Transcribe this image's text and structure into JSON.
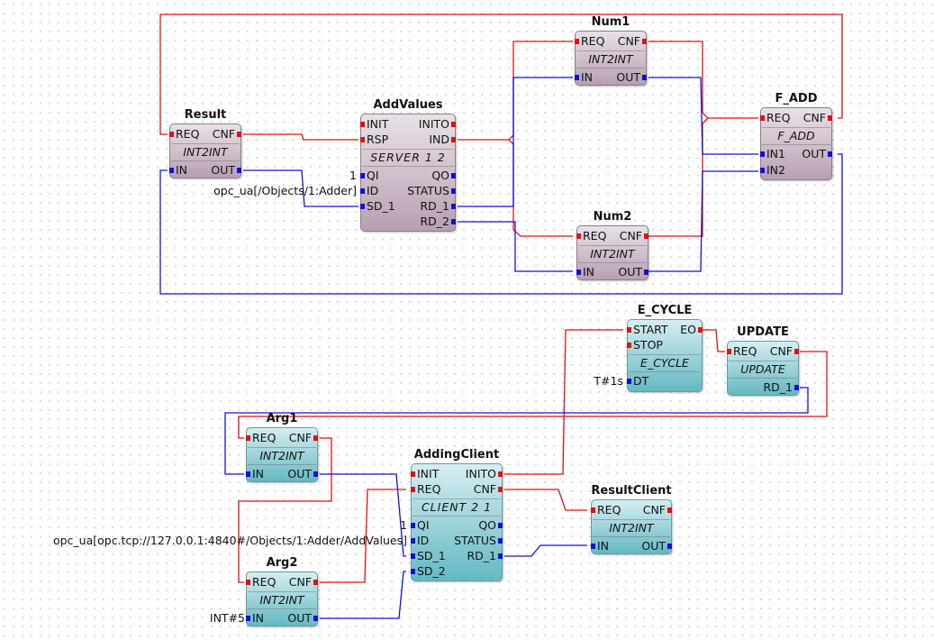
{
  "blocks": {
    "result": {
      "title": "Result",
      "type": "INT2INT",
      "req": "REQ",
      "cnf": "CNF",
      "in": "IN",
      "out": "OUT"
    },
    "addvalues": {
      "title": "AddValues",
      "type": "SERVER 1 2",
      "init": "INIT",
      "inito": "INITO",
      "rsp": "RSP",
      "ind": "IND",
      "qi": "QI",
      "qo": "QO",
      "id": "ID",
      "status": "STATUS",
      "sd_1": "SD_1",
      "rd_1": "RD_1",
      "rd_2": "RD_2"
    },
    "num1": {
      "title": "Num1",
      "type": "INT2INT",
      "req": "REQ",
      "cnf": "CNF",
      "in": "IN",
      "out": "OUT"
    },
    "num2": {
      "title": "Num2",
      "type": "INT2INT",
      "req": "REQ",
      "cnf": "CNF",
      "in": "IN",
      "out": "OUT"
    },
    "f_add": {
      "title": "F_ADD",
      "type": "F_ADD",
      "req": "REQ",
      "cnf": "CNF",
      "in1": "IN1",
      "in2": "IN2",
      "out": "OUT"
    },
    "e_cycle": {
      "title": "E_CYCLE",
      "type": "E_CYCLE",
      "start": "START",
      "stop": "STOP",
      "eo": "EO",
      "dt": "DT"
    },
    "update": {
      "title": "UPDATE",
      "type": "UPDATE",
      "req": "REQ",
      "cnf": "CNF",
      "rd_1": "RD_1"
    },
    "arg1": {
      "title": "Arg1",
      "type": "INT2INT",
      "req": "REQ",
      "cnf": "CNF",
      "in": "IN",
      "out": "OUT"
    },
    "addingclient": {
      "title": "AddingClient",
      "type": "CLIENT 2 1",
      "init": "INIT",
      "inito": "INITO",
      "req": "REQ",
      "cnf": "CNF",
      "qi": "QI",
      "qo": "QO",
      "id": "ID",
      "status": "STATUS",
      "sd_1": "SD_1",
      "sd_2": "SD_2",
      "rd_1": "RD_1"
    },
    "resultclient": {
      "title": "ResultClient",
      "type": "INT2INT",
      "req": "REQ",
      "cnf": "CNF",
      "in": "IN",
      "out": "OUT"
    },
    "arg2": {
      "title": "Arg2",
      "type": "INT2INT",
      "req": "REQ",
      "cnf": "CNF",
      "in": "IN",
      "out": "OUT"
    }
  },
  "params": {
    "addvalues_qi": "1",
    "addvalues_id": "opc_ua[/Objects/1:Adder]",
    "e_cycle_dt": "T#1s",
    "addingclient_qi": "1",
    "addingclient_id": "opc_ua[opc.tcp://127.0.0.1:4840#/Objects/1:Adder/AddValues]",
    "arg2_in": "INT#5"
  },
  "colors": {
    "event": "#e01010",
    "data": "#1010d8",
    "server_block": "#c4aabf",
    "client_block": "#7cc4cb"
  }
}
